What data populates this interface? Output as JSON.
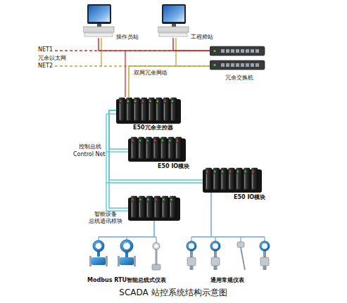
{
  "diagram": {
    "caption": "SCADA 站控系统结构示意图",
    "nodes": [
      {
        "text": [
          "操作员站"
        ]
      },
      {
        "text": [
          "工程师站"
        ]
      },
      {
        "text": [
          "冗余交换机"
        ]
      },
      {
        "text": [
          "E50冗余主控器"
        ]
      },
      {
        "text": [
          "E50 IO模块"
        ]
      },
      {
        "text": [
          "E50 IO模块"
        ]
      },
      {
        "text": [
          "智能设备 总线通讯模块"
        ]
      },
      {
        "text": [
          "Modbus RTU智能总线式仪表"
        ]
      },
      {
        "text": [
          "通用常规仪表"
        ]
      }
    ],
    "edges": [
      {
        "from": 0,
        "to": 2,
        "arrow": "none"
      },
      {
        "from": 1,
        "to": 2,
        "arrow": "none"
      },
      {
        "from": 2,
        "to": 3,
        "arrow": "none"
      },
      {
        "from": 3,
        "to": 4,
        "arrow": "none"
      },
      {
        "from": 3,
        "to": 5,
        "arrow": "none"
      },
      {
        "from": 3,
        "to": 6,
        "arrow": "none"
      },
      {
        "from": 6,
        "to": 7,
        "arrow": "none"
      },
      {
        "from": 5,
        "to": 8,
        "arrow": "none"
      }
    ],
    "labels": [
      "NET1",
      "冗余以太网",
      "NET2",
      "双网冗余网络",
      "控制总线",
      "Control Net"
    ]
  }
}
